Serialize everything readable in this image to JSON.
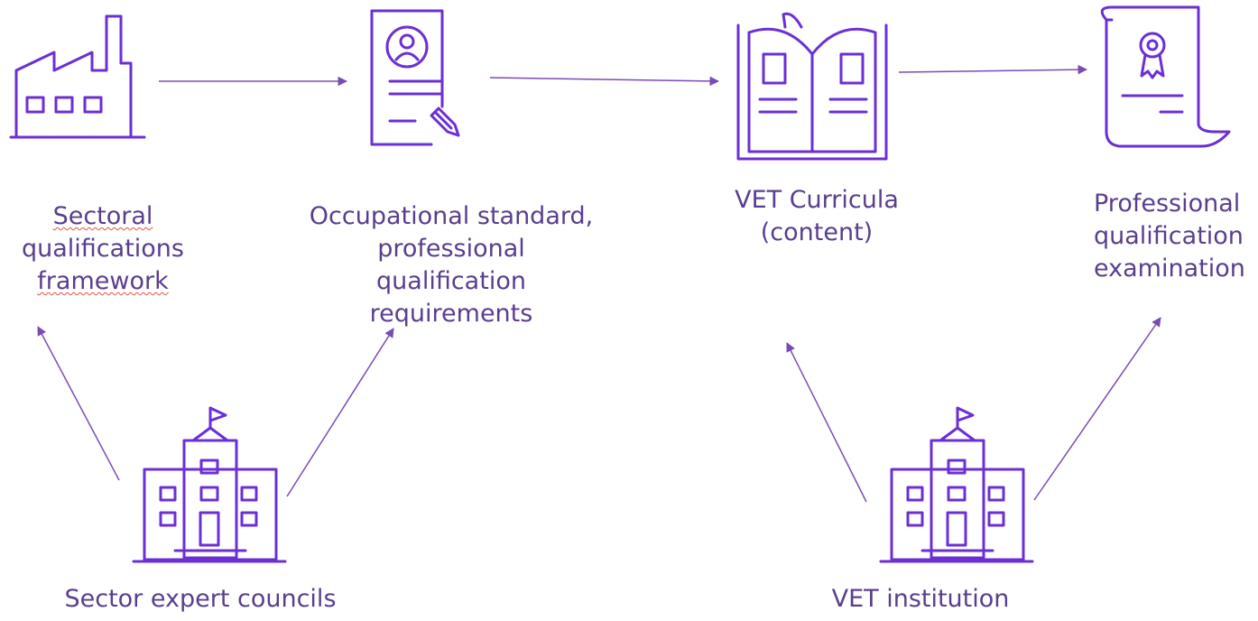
{
  "nodes": {
    "sectoral": {
      "line1": "Sectoral",
      "line2": "qualifications",
      "line3": "framework"
    },
    "occupational": {
      "line1": "Occupational standard,",
      "line2": "professional",
      "line3": "qualification",
      "line4": "requirements"
    },
    "curricula": {
      "line1": "VET Curricula",
      "line2": "(content)"
    },
    "exam": {
      "line1": "Professional",
      "line2": "qualification",
      "line3": "examination"
    },
    "councils": {
      "label": "Sector expert councils"
    },
    "institution": {
      "label": "VET institution"
    }
  },
  "icons": {
    "sectoral": "factory-icon",
    "occupational": "resume-document-icon",
    "curricula": "open-book-icon",
    "exam": "certificate-scroll-icon",
    "councils": "building-flag-icon",
    "institution": "building-flag-icon"
  },
  "colors": {
    "icon_stroke": "#6b2fd6",
    "arrow": "#7a4bb5",
    "text": "#5a3e8e",
    "spellcheck_underline": "#e0533d"
  }
}
